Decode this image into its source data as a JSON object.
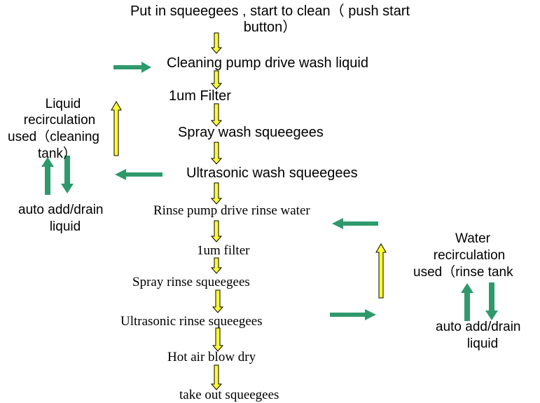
{
  "flow": {
    "step1_line1": "Put in squeegees , start to clean（ push start",
    "step1_line2": "button）",
    "step2": "Cleaning pump drive wash liquid",
    "step3": "1um  Filter",
    "step4": "Spray wash  squeegees",
    "step5": "Ultrasonic wash squeegees",
    "step6": "Rinse pump drive rinse water",
    "step7": "1um filter",
    "step8": "Spray rinse squeegees",
    "step9": "Ultrasonic rinse squeegees",
    "step10": "Hot air blow dry",
    "step11": "take out squeegees"
  },
  "left_group": {
    "tank_line1": "Liquid",
    "tank_line2": "recirculation",
    "tank_line3": "used（cleaning",
    "tank_line4": "tank）",
    "drain_line1": "auto add/drain",
    "drain_line2": "liquid"
  },
  "right_group": {
    "tank_line1": "Water",
    "tank_line2": "recirculation",
    "tank_line3": "used（rinse tank",
    "drain_line1": "auto add/drain",
    "drain_line2": "liquid"
  },
  "colors": {
    "yellow_arrow_fill": "#ffff33",
    "yellow_arrow_stroke": "#000000",
    "green_arrow": "#2e9a6c"
  }
}
